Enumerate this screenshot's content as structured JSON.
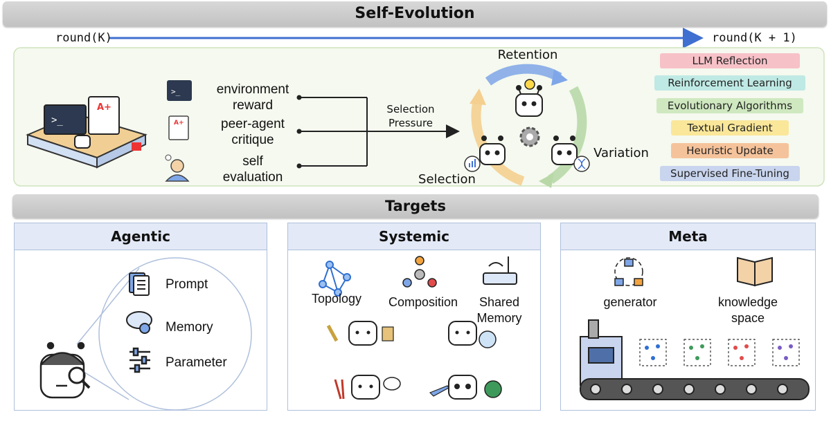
{
  "header": {
    "title": "Self-Evolution"
  },
  "rounds": {
    "start": "round(K)",
    "end": "round(K + 1)"
  },
  "signals": [
    {
      "label": "environment\nreward"
    },
    {
      "label": "peer-agent\ncritique"
    },
    {
      "label": "self\nevaluation"
    }
  ],
  "pressure": {
    "label": "Selection\nPressure"
  },
  "cycle": {
    "retention": "Retention",
    "variation": "Variation",
    "selection": "Selection"
  },
  "methods": [
    {
      "label": "LLM Reflection",
      "color": "#f7c1c8"
    },
    {
      "label": "Reinforcement Learning",
      "color": "#bfe9e4"
    },
    {
      "label": "Evolutionary Algorithms",
      "color": "#cfe8c0"
    },
    {
      "label": "Textual Gradient",
      "color": "#fbe79a"
    },
    {
      "label": "Heuristic Update",
      "color": "#f5c39b"
    },
    {
      "label": "Supervised Fine-Tuning",
      "color": "#c9d5ee"
    }
  ],
  "targets": {
    "title": "Targets",
    "agentic": {
      "title": "Agentic",
      "items": [
        "Prompt",
        "Memory",
        "Parameter"
      ]
    },
    "systemic": {
      "title": "Systemic",
      "topology": "Topology",
      "composition": "Composition",
      "shared_memory": "Shared\nMemory"
    },
    "meta": {
      "title": "Meta",
      "generator": "generator",
      "knowledge": "knowledge\nspace"
    }
  }
}
